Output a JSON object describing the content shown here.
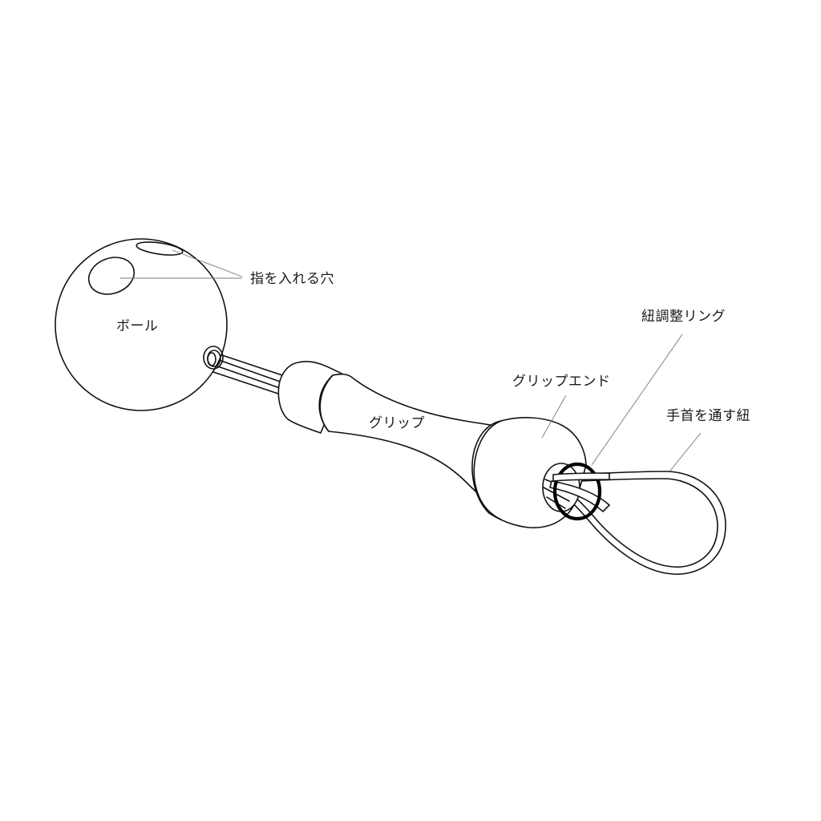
{
  "diagram": {
    "type": "labeled-product-illustration",
    "subject": "ball-and-grip training tool with wrist strap",
    "colors": {
      "background": "#ffffff",
      "outline": "#111111",
      "leader_line": "#777777",
      "label_text": "#1a1a1a"
    },
    "labels": {
      "finger_holes": "指を入れる穴",
      "ball": "ボール",
      "grip": "グリップ",
      "grip_end": "グリップエンド",
      "cord_adjust_ring": "紐調整リング",
      "wrist_cord": "手首を通す紐"
    },
    "parts": [
      {
        "id": "ball",
        "label_key": "ball"
      },
      {
        "id": "finger-hole-front",
        "label_key": "finger_holes"
      },
      {
        "id": "finger-hole-top",
        "label_key": "finger_holes"
      },
      {
        "id": "connector-loop",
        "label_key": null
      },
      {
        "id": "grip",
        "label_key": "grip"
      },
      {
        "id": "grip-end",
        "label_key": "grip_end"
      },
      {
        "id": "cord-adjust-ring",
        "label_key": "cord_adjust_ring"
      },
      {
        "id": "wrist-cord",
        "label_key": "wrist_cord"
      }
    ]
  }
}
